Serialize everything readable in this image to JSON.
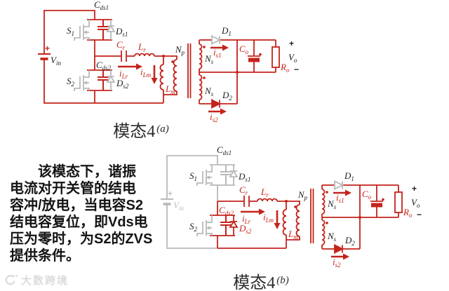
{
  "colors": {
    "active_red": "#c4231b",
    "inactive_gray": "#b9b9b9",
    "label_black": "#1d1d1d",
    "watermark_gray": "#dcdcdc"
  },
  "circuit_labels": {
    "vin": {
      "main": "V",
      "sub": "in"
    },
    "s1": {
      "main": "S",
      "sub": "1"
    },
    "s2": {
      "main": "S",
      "sub": "2"
    },
    "cds1": {
      "main": "C",
      "sub": "ds1"
    },
    "cds2": {
      "main": "C",
      "sub": "ds2"
    },
    "ds1": {
      "main": "D",
      "sub": "s1"
    },
    "ds2": {
      "main": "D",
      "sub": "s2"
    },
    "cr": {
      "main": "C",
      "sub": "r"
    },
    "lr": {
      "main": "L",
      "sub": "r"
    },
    "lm": {
      "main": "L",
      "sub": "m"
    },
    "ilr": {
      "main": "i",
      "sub": "Lr"
    },
    "ilm": {
      "main": "i",
      "sub": "Lm"
    },
    "np": {
      "main": "N",
      "sub": "p"
    },
    "ns_top": {
      "main": "N",
      "sub": "s"
    },
    "ns_bottom": {
      "main": "N",
      "sub": "s"
    },
    "d_top": {
      "main": "D",
      "sub": "1"
    },
    "d_bottom": {
      "main": "D",
      "sub": "2"
    },
    "is_top": {
      "main": "i",
      "sub": "s1"
    },
    "is_bottom": {
      "main": "i",
      "sub": "s2"
    },
    "co": {
      "main": "C",
      "sub": "o"
    },
    "ro": {
      "main": "R",
      "sub": "o"
    },
    "vo": {
      "main": "V",
      "sub": "o"
    },
    "vo_plus": "+",
    "vo_minus": "−",
    "battery_plus": "+"
  },
  "captions": {
    "mode_a": {
      "title": "模态4",
      "index": "(a)"
    },
    "mode_b": {
      "title": "模态4",
      "index": "(b)"
    }
  },
  "description": {
    "lines": [
      "　　该模态下，谐振",
      "电流对开关管的结电",
      "容冲/放电，当电容S2",
      "结电容复位，即Vds电",
      "压为零时，为S2的ZVS",
      "提供条件。"
    ]
  },
  "watermark": {
    "text": "大数跨境"
  }
}
